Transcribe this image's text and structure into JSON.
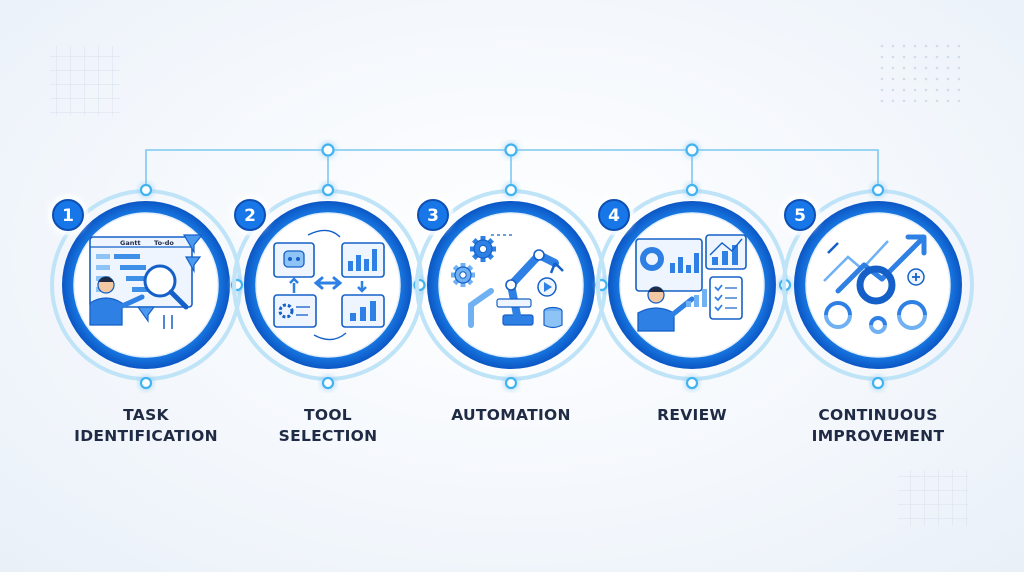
{
  "steps": [
    {
      "number": "1",
      "title_lines": [
        "TASK",
        "IDENTIFICATION"
      ],
      "icon": "task-identification-icon",
      "chart_tabs": [
        "Gantt",
        "To-do"
      ]
    },
    {
      "number": "2",
      "title_lines": [
        "TOOL",
        "SELECTION"
      ],
      "icon": "tool-selection-icon"
    },
    {
      "number": "3",
      "title_lines": [
        "AUTOMATION"
      ],
      "icon": "automation-icon"
    },
    {
      "number": "4",
      "title_lines": [
        "REVIEW"
      ],
      "icon": "review-icon"
    },
    {
      "number": "5",
      "title_lines": [
        "CONTINUOUS",
        "IMPROVEMENT"
      ],
      "icon": "continuous-improvement-icon"
    }
  ],
  "colors": {
    "primary": "#1877e8",
    "dark_blue": "#0d4fb3",
    "glow": "#7fd0ff",
    "text": "#1f2a44"
  }
}
